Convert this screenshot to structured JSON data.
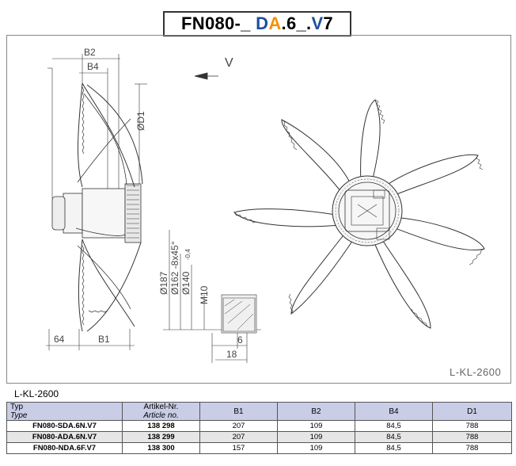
{
  "title": {
    "part1": "FN080-_ ",
    "d": "D",
    "a": "A",
    "part2": ".6_.",
    "v": "V",
    "part3": "7",
    "colors": {
      "black": "#000000",
      "orange": "#f39200",
      "blue": "#1f4e9c"
    }
  },
  "drawing": {
    "view_label": "V",
    "dims": {
      "b2": "B2",
      "b4": "B4",
      "d1": "ØD1",
      "d187": "Ø187",
      "d162": "Ø162 -8x45°",
      "d140": "Ø140",
      "d140_tol": "-0,4",
      "m10": "M10",
      "dim_64": "64",
      "b1": "B1",
      "dim_6": "6",
      "dim_18": "18"
    },
    "code": "L-KL-2600"
  },
  "caption": "L-KL-2600",
  "table": {
    "headers": [
      {
        "main": "Typ",
        "sub": "Type"
      },
      {
        "main": "Artikel-Nr.",
        "sub": "Article no."
      },
      {
        "main": "B1",
        "sub": ""
      },
      {
        "main": "B2",
        "sub": ""
      },
      {
        "main": "B4",
        "sub": ""
      },
      {
        "main": "D1",
        "sub": ""
      }
    ],
    "rows": [
      [
        "FN080-SDA.6N.V7",
        "138 298",
        "207",
        "109",
        "84,5",
        "788"
      ],
      [
        "FN080-ADA.6N.V7",
        "138 299",
        "207",
        "109",
        "84,5",
        "788"
      ],
      [
        "FN080-NDA.6F.V7",
        "138 300",
        "157",
        "109",
        "84,5",
        "788"
      ]
    ]
  }
}
